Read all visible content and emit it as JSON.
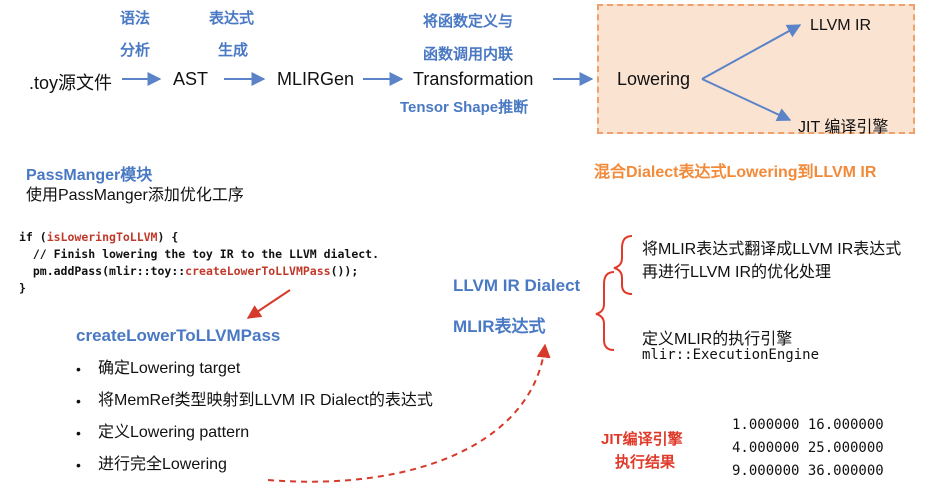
{
  "pipeline": {
    "step1_label": "语法",
    "step1_label2": "分析",
    "step2_label": "表达式",
    "step2_label2": "生成",
    "step3_label": "将函数定义与",
    "step3_label2": "函数调用内联",
    "step3_sub": "Tensor Shape推断",
    "nodes": [
      ".toy源文件",
      "AST",
      "MLIRGen",
      "Transformation",
      "Lowering"
    ],
    "outputs": [
      "LLVM IR",
      "JIT 编译引擎"
    ]
  },
  "lowering_note": "混合Dialect表达式Lowering到LLVM IR",
  "passmanager": {
    "title": "PassManger模块",
    "desc": "使用PassManger添加优化工序"
  },
  "code": {
    "line1_pre": "if (",
    "line1_fn": "isLoweringToLLVM",
    "line1_post": ") {",
    "line2": "  // Finish lowering the toy IR to the LLVM dialect.",
    "line3_pre": "  pm.addPass(mlir::toy::",
    "line3_fn": "createLowerToLLVMPass",
    "line3_post": "());",
    "line4": "}"
  },
  "create_pass": {
    "title": "createLowerToLLVMPass",
    "bullets": [
      "确定Lowering target",
      "将MemRef类型映射到LLVM IR Dialect的表达式",
      "定义Lowering pattern",
      "进行完全Lowering"
    ]
  },
  "dialect": {
    "line1": "LLVM IR Dialect",
    "line2": "MLIR表达式"
  },
  "right_notes": {
    "note1_line1": "将MLIR表达式翻译成LLVM IR表达式",
    "note1_line2": "再进行LLVM IR的优化处理",
    "note2_line1": "定义MLIR的执行引擎",
    "note2_line2": "mlir::ExecutionEngine"
  },
  "jit": {
    "label1": "JIT编译引擎",
    "label2": "执行结果",
    "results": [
      "1.000000 16.000000",
      "4.000000 25.000000",
      "9.000000 36.000000"
    ]
  },
  "colors": {
    "accent_blue": "#4a79c4",
    "orange": "#f28a3a",
    "red": "#e03a2a"
  }
}
